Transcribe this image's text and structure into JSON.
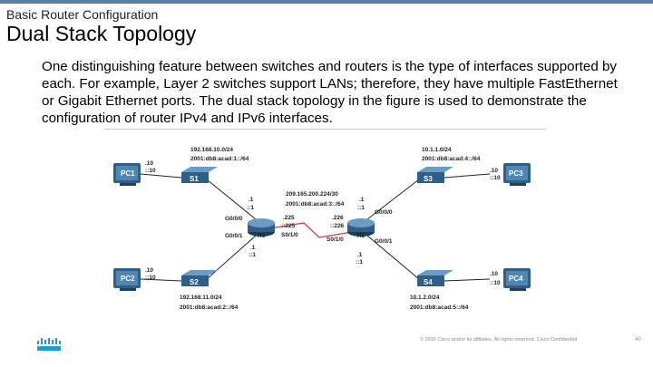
{
  "header": {
    "subtitle": "Basic Router Configuration",
    "title": "Dual Stack Topology"
  },
  "body_text": "One distinguishing feature between switches and routers is the type of interfaces supported by each. For example, Layer 2 switches support LANs; therefore, they have multiple FastEthernet or Gigabit Ethernet ports. The dual stack topology in the figure is used to demonstrate the configuration of router IPv4 and IPv6 interfaces.",
  "topology": {
    "devices": {
      "pc1": "PC1",
      "pc2": "PC2",
      "pc3": "PC3",
      "pc4": "PC4",
      "s1": "S1",
      "s2": "S2",
      "s3": "S3",
      "s4": "S4",
      "r1": "R1",
      "r2": "R2"
    },
    "networks": {
      "lan1_v4": "192.168.10.0/24",
      "lan1_v6": "2001:db8:acad:1::/64",
      "lan2_v4": "192.168.11.0/24",
      "lan2_v6": "2001:db8:acad:2::/64",
      "lan3_v4": "10.1.1.0/24",
      "lan3_v6": "2001:db8:acad:4::/64",
      "lan4_v4": "10.1.2.0/24",
      "lan4_v6": "2001:db8:acad:5::/64",
      "wan_v4": "209.165.200.224/30",
      "wan_v6": "2001:db8:acad:3::/64"
    },
    "labels": {
      "pc1_a": ".10",
      "pc1_b": "::10",
      "pc2_a": ".10",
      "pc2_b": "::10",
      "pc3_a": ".10",
      "pc3_b": "::10",
      "pc4_a": ".10",
      "pc4_b": "::10",
      "r1_g00": "G0/0/0",
      "r1_g01": "G0/0/1",
      "r1_s010": "S0/1/0",
      "r1_top_a": ".1",
      "r1_top_b": "::1",
      "r1_bot_a": ".1",
      "r1_bot_b": "::1",
      "r1_wan_a": ".225",
      "r1_wan_b": "::225",
      "r2_g00": "G0/0/0",
      "r2_g01": "G0/0/1",
      "r2_s010": "S0/1/0",
      "r2_top_a": ".1",
      "r2_top_b": "::1",
      "r2_bot_a": ".1",
      "r2_bot_b": "::1",
      "r2_wan_a": ".226",
      "r2_wan_b": "::226"
    }
  },
  "footer": {
    "copyright": "© 2016 Cisco and/or its affiliates. All rights reserved. Cisco Confidential",
    "page_number": "40"
  },
  "colors": {
    "accent": "#5a7fa8",
    "serial_link": "#d0404a",
    "device": "#2f5f86"
  }
}
